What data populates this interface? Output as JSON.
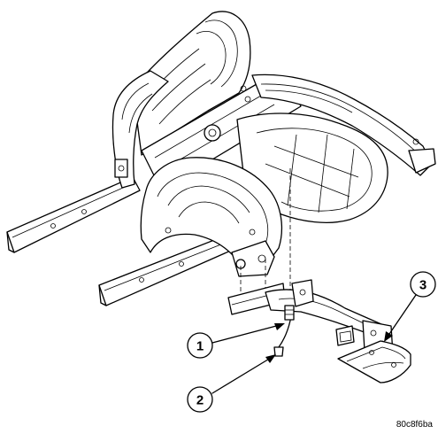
{
  "figure": {
    "reference_code": "80c8f6ba",
    "callouts": [
      {
        "number": "1"
      },
      {
        "number": "2"
      },
      {
        "number": "3"
      }
    ]
  }
}
